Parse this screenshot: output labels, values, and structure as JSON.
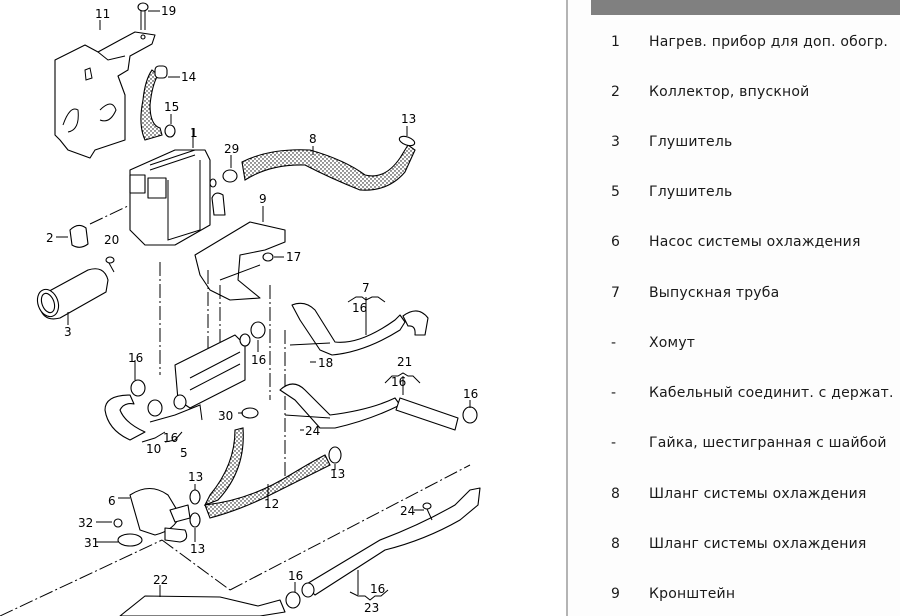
{
  "diagram": {
    "callouts": {
      "c1": "1",
      "c2": "2",
      "c3": "3",
      "c5": "5",
      "c6": "6",
      "c7": "7",
      "c8": "8",
      "c9": "9",
      "c10": "10",
      "c11": "11",
      "c12": "12",
      "c13a": "13",
      "c13b": "13",
      "c13c": "13",
      "c13d": "13",
      "c14": "14",
      "c15": "15",
      "c16a": "16",
      "c16b": "16",
      "c16c": "16",
      "c16d": "16",
      "c16e": "16",
      "c16f": "16",
      "c16g": "16",
      "c16h": "16",
      "c17": "17",
      "c18": "18",
      "c19": "19",
      "c20": "20",
      "c21": "21",
      "c22": "22",
      "c23": "23",
      "c24a": "24",
      "c24b": "24",
      "c29": "29",
      "c30": "30",
      "c31": "31",
      "c32": "32"
    }
  },
  "parts_list": {
    "header": "",
    "rows": [
      {
        "number": "1",
        "description": "Нагрев. прибор для доп. обогр."
      },
      {
        "number": "2",
        "description": "Коллектор, впускной"
      },
      {
        "number": "3",
        "description": "Глушитель"
      },
      {
        "number": "5",
        "description": "Глушитель"
      },
      {
        "number": "6",
        "description": "Насос системы охлаждения"
      },
      {
        "number": "7",
        "description": "Выпускная труба"
      },
      {
        "number": "-",
        "description": "Хомут"
      },
      {
        "number": "-",
        "description": "Кабельный соединит. с держат."
      },
      {
        "number": "-",
        "description": "Гайка, шестигранная с шайбой"
      },
      {
        "number": "8",
        "description": "Шланг системы охлаждения"
      },
      {
        "number": "8",
        "description": "Шланг системы охлаждения"
      },
      {
        "number": "9",
        "description": "Кронштейн"
      }
    ]
  },
  "colors": {
    "header_bar": "#808080",
    "separator": "#b4b4b4",
    "text": "#1a1a1a"
  }
}
